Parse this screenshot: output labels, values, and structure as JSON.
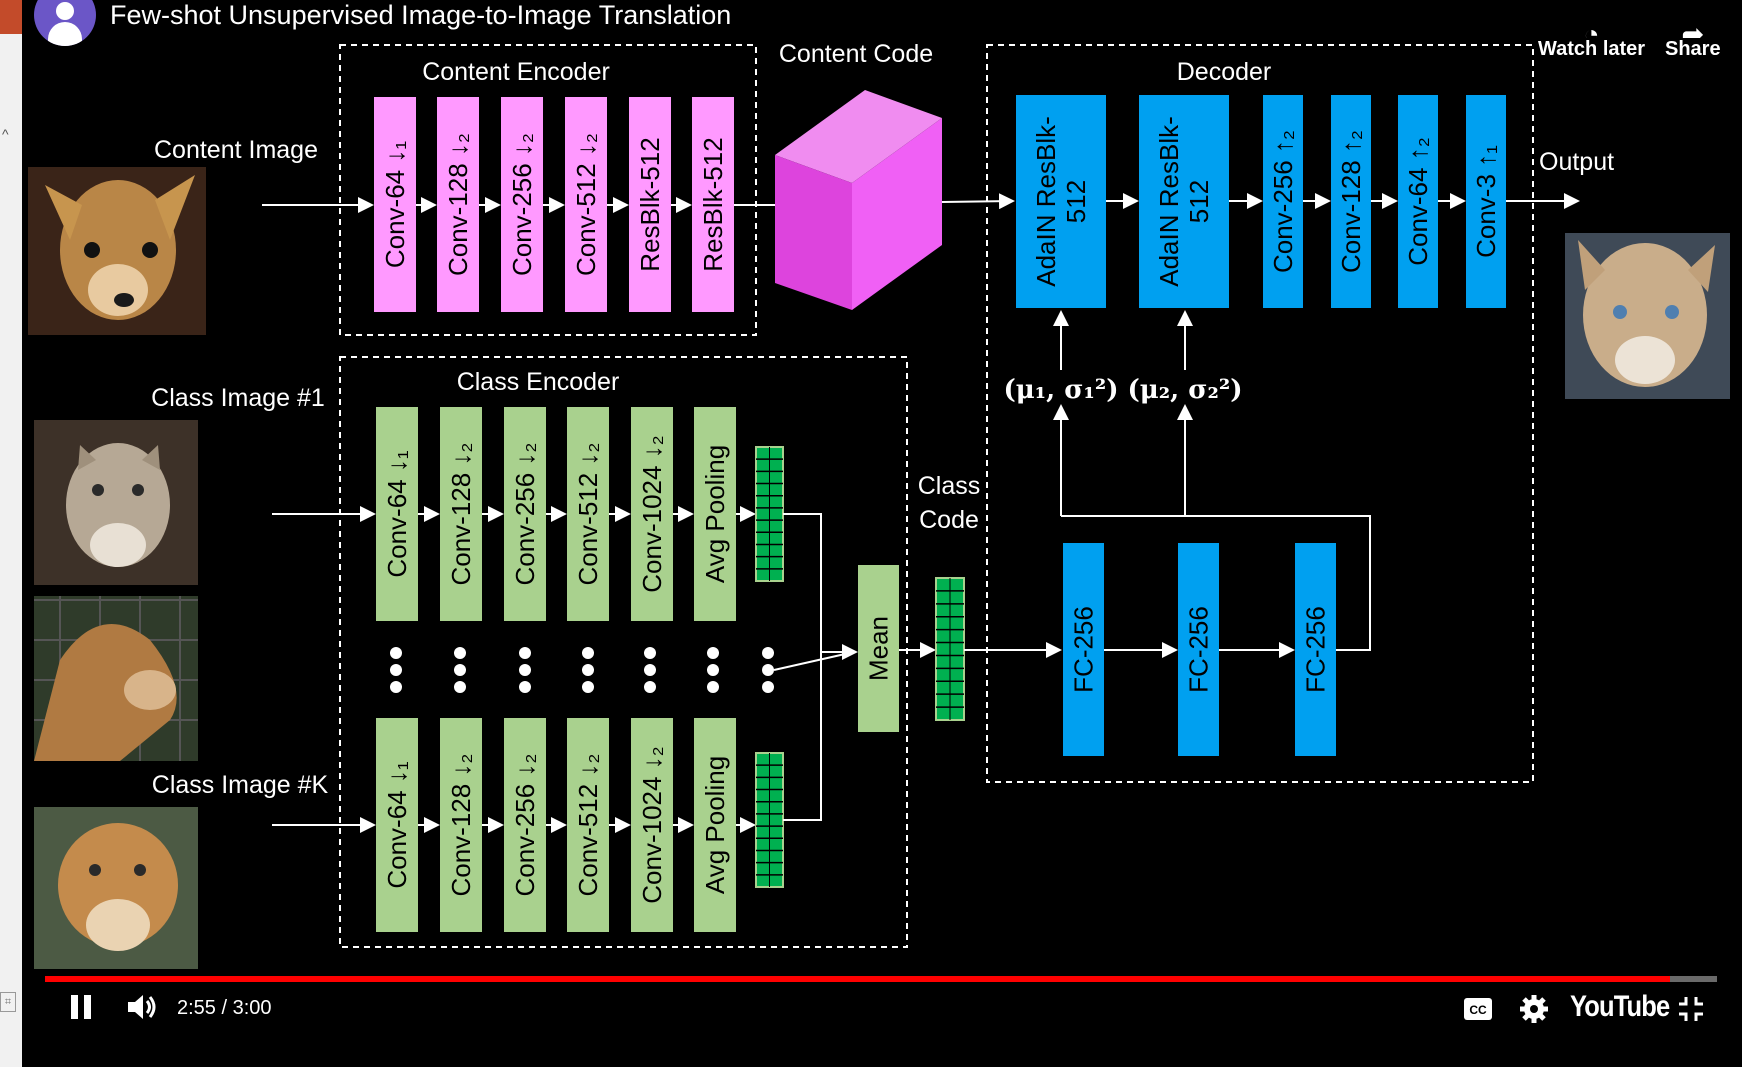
{
  "video": {
    "title": "Few-shot Unsupervised Image-to-Image Translation",
    "watch_later": "Watch later",
    "share": "Share",
    "time": "2:55 / 3:00",
    "progress": 0.972,
    "youtube_logo": "YouTube"
  },
  "diagram": {
    "content_encoder_title": "Content Encoder",
    "content_code_label": "Content Code",
    "decoder_title": "Decoder",
    "class_encoder_title": "Class Encoder",
    "class_code_label_1": "Class",
    "class_code_label_2": "Code",
    "output_label": "Output",
    "content_image_label": "Content Image",
    "class_image_1_label": "Class Image #1",
    "class_image_k_label": "Class Image #K",
    "content_layers": [
      "Conv-64 ↓₁",
      "Conv-128 ↓₂",
      "Conv-256 ↓₂",
      "Conv-512 ↓₂",
      "ResBlk-512",
      "ResBlk-512"
    ],
    "class_layers": [
      "Conv-64 ↓₁",
      "Conv-128 ↓₂",
      "Conv-256 ↓₂",
      "Conv-512 ↓₂",
      "Conv-1024 ↓₂",
      "Avg Pooling"
    ],
    "decoder_adain": [
      [
        "AdaIN ResBlk-",
        "512"
      ],
      [
        "AdaIN ResBlk-",
        "512"
      ]
    ],
    "decoder_convs": [
      "Conv-256 ↑₂",
      "Conv-128 ↑₂",
      "Conv-64 ↑₂",
      "Conv-3 ↑₁"
    ],
    "fc_layers": [
      "FC-256",
      "FC-256",
      "FC-256"
    ],
    "mean_label": "Mean",
    "param_1": "(μ₁, σ₁²)",
    "param_2": "(μ₂, σ₂²)"
  },
  "colors": {
    "pink": "#ff99ff",
    "green": "#a9d18e",
    "blue": "#00a0f0",
    "cube": "#ee44ee",
    "code_green": "#00b050",
    "progress": "#ff0000"
  },
  "icons": [
    "play-pause-icon",
    "volume-icon",
    "captions-icon",
    "settings-icon",
    "exit-fullscreen-icon",
    "clock-icon",
    "share-arrow-icon"
  ]
}
